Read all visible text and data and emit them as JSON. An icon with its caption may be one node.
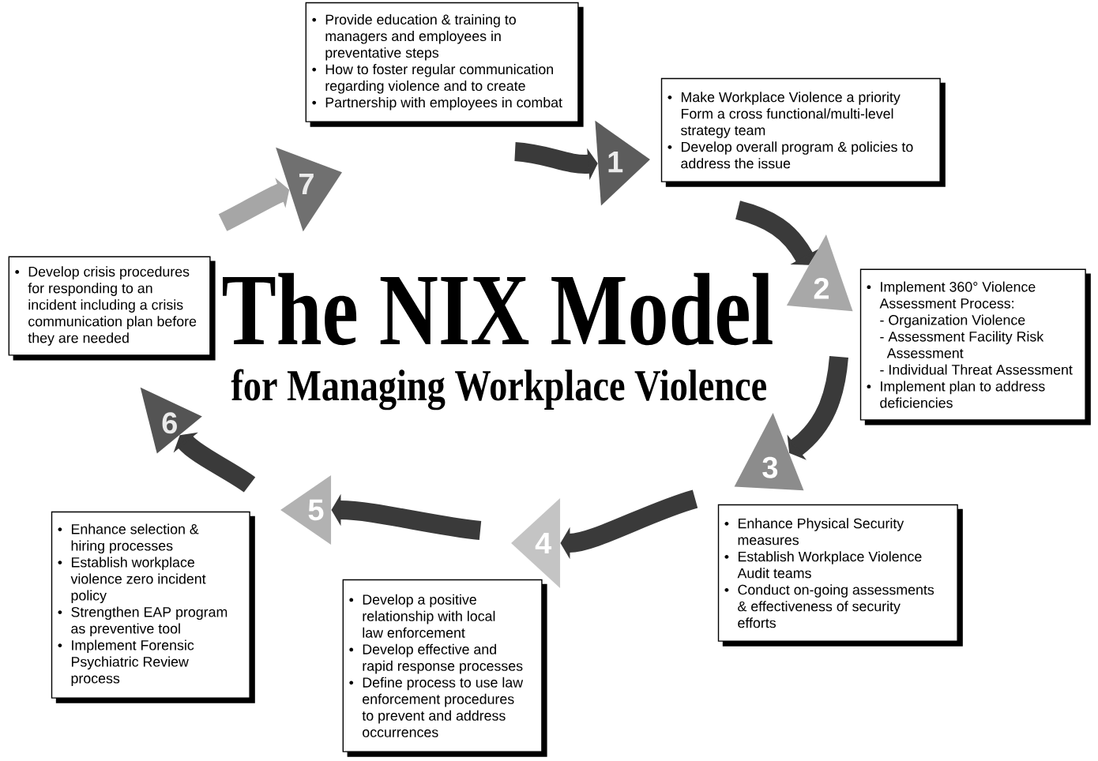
{
  "diagram": {
    "title": "The NIX Model",
    "nodes": [
      {
        "text": [
          "1"
        ]
      },
      {
        "text": [
          "Make Workplace Violence a priority Form a cross functional/multi-level strategy team",
          "Develop overall program & policies to address the issue"
        ]
      },
      {
        "text": [
          "2"
        ]
      },
      {
        "text": [
          "Implement 360° Violence Assessment Process:",
          "- Organization Violence",
          "- Assessment Facility Risk Assessment",
          "- Individual Threat Assessment",
          "Implement plan to address deficiencies"
        ]
      },
      {
        "text": [
          "3"
        ]
      },
      {
        "text": [
          "Enhance Physical Security measures",
          "Establish Workplace Violence Audit teams",
          "Conduct on-going assessments & effectiveness of security efforts"
        ]
      },
      {
        "text": [
          "4"
        ]
      },
      {
        "text": [
          "Develop a positive relationship with local law enforcement",
          "Develop effective and rapid response processes",
          "Define process to use law enforcement procedures to prevent and address occurrences"
        ]
      },
      {
        "text": [
          "5"
        ]
      },
      {
        "text": [
          "Enhance selection & hiring processes",
          "Establish workplace violence zero incident policy",
          "Strengthen EAP program as preventive tool",
          "Implement Forensic Psychiatric Review process"
        ]
      },
      {
        "text": [
          "6"
        ]
      },
      {
        "text": [
          "Develop crisis procedures for responding to an incident including a crisis communication plan before they are needed"
        ]
      },
      {
        "text": [
          "7"
        ]
      },
      {
        "text": [
          "Provide education & training to managers and employees in preventative steps",
          "How to foster regular communication regarding violence and to create",
          "Partnership with employees in combat"
        ]
      }
    ],
    "edges": [
      {
        "from": null,
        "to": 0,
        "arrow": "to"
      },
      {
        "from": null,
        "to": 2,
        "arrow": "to"
      },
      {
        "from": null,
        "to": 4,
        "arrow": "to"
      },
      {
        "from": null,
        "to": 6,
        "arrow": "to"
      },
      {
        "from": null,
        "to": 8,
        "arrow": "to"
      },
      {
        "from": null,
        "to": 10,
        "arrow": "to"
      },
      {
        "from": null,
        "to": 12,
        "arrow": "to",
        "color": "#a6a6a6"
      }
    ],
    "labels": [
      "for Managing Workplace Violence"
    ]
  }
}
